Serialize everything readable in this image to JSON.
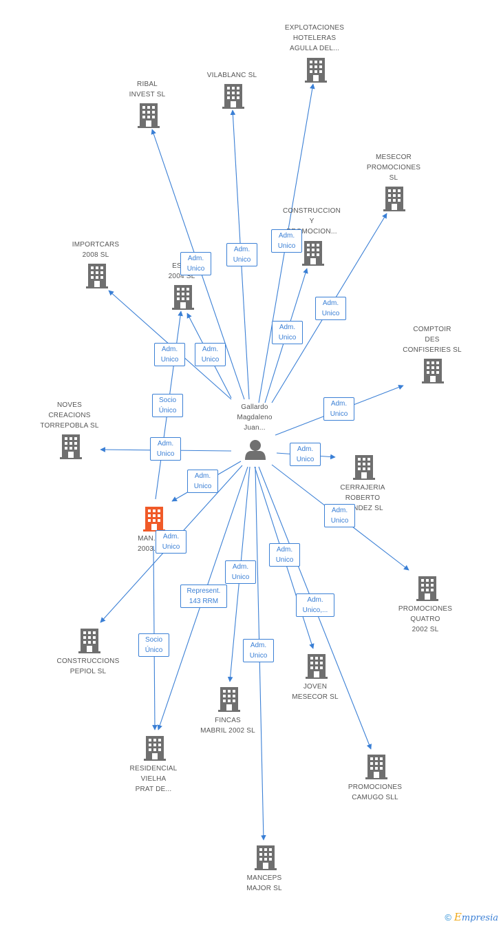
{
  "center": {
    "label": [
      "Gallardo",
      "Magdaleno",
      "Juan..."
    ]
  },
  "colors": {
    "edge": "#3a7fd5",
    "building": "#6f6f6f",
    "highlight": "#f05a28",
    "person": "#707070"
  },
  "nodes": [
    {
      "id": "explotaciones",
      "label": [
        "EXPLOTACIONES",
        "HOTELERAS",
        "AGULLA DEL..."
      ]
    },
    {
      "id": "ribal",
      "label": [
        "RIBAL",
        "INVEST SL"
      ]
    },
    {
      "id": "vilablanc",
      "label": [
        "VILABLANC SL"
      ]
    },
    {
      "id": "mesecor",
      "label": [
        "MESECOR",
        "PROMOCIONES",
        "SL"
      ]
    },
    {
      "id": "construccion",
      "label": [
        "CONSTRUCCION",
        "Y",
        "PROMOCION..."
      ]
    },
    {
      "id": "importcars",
      "label": [
        "IMPORTCARS",
        "2008 SL"
      ]
    },
    {
      "id": "est",
      "label": [
        "EST...",
        "2004 SL"
      ]
    },
    {
      "id": "comptoir",
      "label": [
        "COMPTOIR",
        "DES",
        "CONFISERIES SL"
      ]
    },
    {
      "id": "noves",
      "label": [
        "NOVES",
        "CREACIONS",
        "TORREPOBLA SL"
      ]
    },
    {
      "id": "cerrajeria",
      "label": [
        "CERRAJERIA",
        "ROBERTO",
        "...ANDEZ SL"
      ]
    },
    {
      "id": "man",
      "label": [
        "MAN...",
        "2003..."
      ]
    },
    {
      "id": "quatro",
      "label": [
        "PROMOCIONES",
        "QUATRO",
        "2002 SL"
      ]
    },
    {
      "id": "pepiol",
      "label": [
        "CONSTRUCCIONS",
        "PEPIOL SL"
      ]
    },
    {
      "id": "joven",
      "label": [
        "JOVEN",
        "MESECOR  SL"
      ]
    },
    {
      "id": "fincas",
      "label": [
        "FINCAS",
        "MABRIL 2002 SL"
      ]
    },
    {
      "id": "residencial",
      "label": [
        "RESIDENCIAL",
        "VIELHA",
        "PRAT DE..."
      ]
    },
    {
      "id": "camugo",
      "label": [
        "PROMOCIONES",
        "CAMUGO SLL"
      ]
    },
    {
      "id": "manceps",
      "label": [
        "MANCEPS",
        "MAJOR SL"
      ]
    }
  ],
  "edges": [
    {
      "id": "e1",
      "label": [
        "Adm.",
        "Unico"
      ]
    },
    {
      "id": "e2",
      "label": [
        "Adm.",
        "Unico"
      ]
    },
    {
      "id": "e3",
      "label": [
        "Adm.",
        "Unico"
      ]
    },
    {
      "id": "e4",
      "label": [
        "Adm.",
        "Unico"
      ]
    },
    {
      "id": "e5",
      "label": [
        "Adm.",
        "Unico"
      ]
    },
    {
      "id": "e6",
      "label": [
        "Adm.",
        "Unico"
      ]
    },
    {
      "id": "e7",
      "label": [
        "Adm.",
        "Unico"
      ]
    },
    {
      "id": "e8",
      "label": [
        "Socio",
        "Único"
      ]
    },
    {
      "id": "e9",
      "label": [
        "Adm.",
        "Unico"
      ]
    },
    {
      "id": "e10",
      "label": [
        "Adm.",
        "Unico"
      ]
    },
    {
      "id": "e11",
      "label": [
        "Adm.",
        "Unico"
      ]
    },
    {
      "id": "e12",
      "label": [
        "Adm.",
        "Unico"
      ]
    },
    {
      "id": "e13",
      "label": [
        "Adm.",
        "Unico"
      ]
    },
    {
      "id": "e14",
      "label": [
        "Adm.",
        "Unico"
      ]
    },
    {
      "id": "e15",
      "label": [
        "Represent.",
        "143 RRM"
      ]
    },
    {
      "id": "e16",
      "label": [
        "Adm.",
        "Unico"
      ]
    },
    {
      "id": "e17",
      "label": [
        "Adm.",
        "Unico"
      ]
    },
    {
      "id": "e18",
      "label": [
        "Adm.",
        "Unico,..."
      ]
    },
    {
      "id": "e19",
      "label": [
        "Socio",
        "Único"
      ]
    },
    {
      "id": "e20",
      "label": [
        "Adm.",
        "Unico"
      ]
    }
  ],
  "brand": {
    "copyright": "©",
    "first": "E",
    "rest": "mpresia"
  }
}
